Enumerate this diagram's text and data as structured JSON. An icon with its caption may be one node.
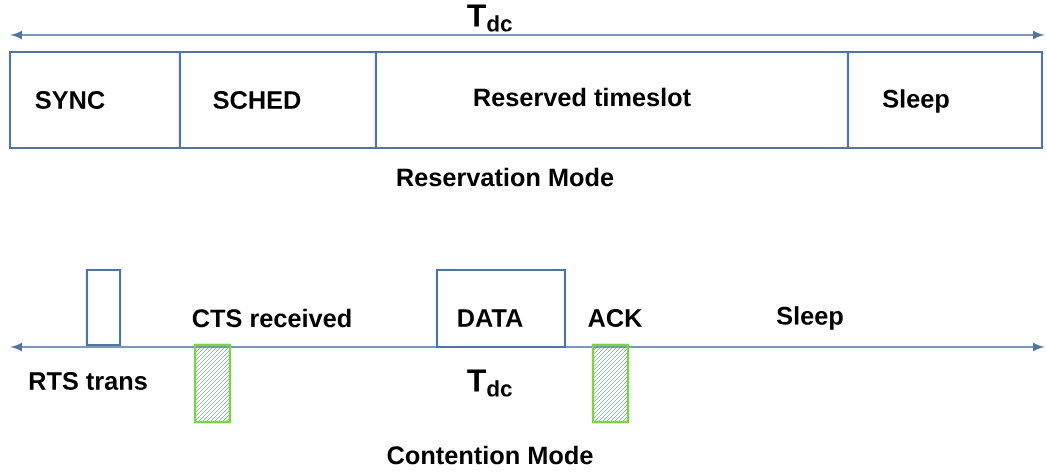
{
  "diagram": {
    "nodes": [
      {
        "text": [
          "SYNC"
        ]
      },
      {
        "text": [
          "SCHED"
        ]
      },
      {
        "text": [
          "Reserved timeslot"
        ]
      },
      {
        "text": [
          "Sleep"
        ]
      },
      {
        "text": [],
        "shape": "box"
      },
      {
        "text": [],
        "shape": "box"
      },
      {
        "text": [
          "DATA"
        ]
      },
      {
        "text": [],
        "shape": "box"
      }
    ],
    "labels": [
      "T$_{dc}$",
      "Reservation Mode",
      "CTS received",
      "ACK",
      "Sleep",
      "RTS trans",
      "T$_{dc}$",
      "Contention Mode"
    ]
  }
}
